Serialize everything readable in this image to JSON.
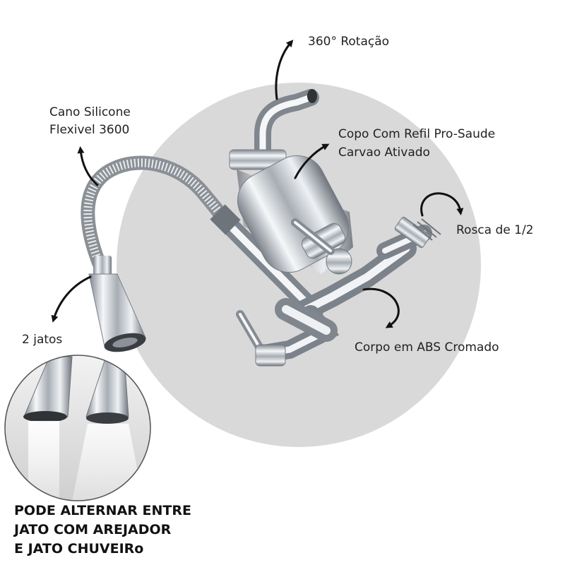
{
  "colors": {
    "background": "#ffffff",
    "circle": "#d9d9d9",
    "chrome_dark": "#8a8f96",
    "chrome_light": "#f4f6f8",
    "arrow": "#111111"
  },
  "labels": {
    "rotation": "360° Rotação",
    "hose_line1": "Cano Silicone",
    "hose_line2": "Flexivel 3600",
    "filter_line1": "Copo Com Refil Pro-Saude",
    "filter_line2": "Carvao Ativado",
    "thread": "Rosca de 1/2",
    "body": "Corpo em ABS Cromado",
    "jets": "2 jatos"
  },
  "bottom_note": {
    "line1": "PODE ALTERNAR ENTRE",
    "line2": "JATO COM AREJADOR",
    "line3": "E JATO CHUVEIRo"
  },
  "icons": [
    "curved-arrow-icon",
    "circular-arrow-icon"
  ]
}
